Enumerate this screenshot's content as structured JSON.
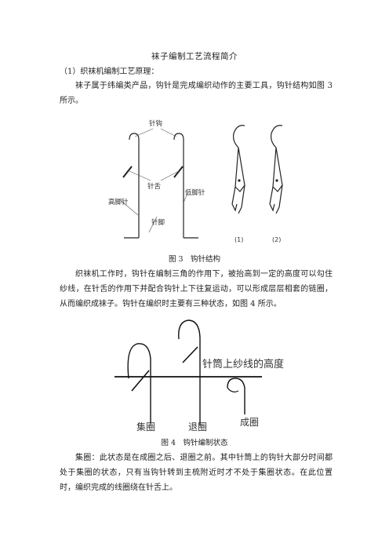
{
  "document": {
    "title": "袜子编制工艺流程简介",
    "subheading": "（1）织袜机编制工艺原理：",
    "para1": "袜子属于纬编类产品，钩针是完成编织动作的主要工具，钩针结构如图 3 所示。",
    "fig3": {
      "caption": "图 3　钩针结构",
      "labels": {
        "hook": "针钩",
        "tongue": "针舌",
        "high_butt": "高脚针",
        "low_butt": "低脚针",
        "butt": "针脚",
        "n1": "(1)",
        "n2": "(2)"
      }
    },
    "para2": "织袜机工作时，钩针在编制三角的作用下，被抬高到一定的高度可以勾住纱线，在针舌的作用下并配合钩针上下往复运动，可以形成层层相套的链圈，从而编织成袜子。钩针在编织时主要有三种状态，如图 4 所示。",
    "fig4": {
      "caption": "图 4　钩针编制状态",
      "labels": {
        "yarn_height": "针筒上纱线的高度",
        "tuck": "集圈",
        "retract": "退圈",
        "loop": "成圈"
      }
    },
    "para3": "集圈：此状态是在成圈之后、退圈之前。其中针筒上的钩针大部分时间都处于集圈的状态，只有当钩针转到主梳附近时才不处于集圈状态。在此位置时，编织完成的线圈绕在针舌上。"
  }
}
